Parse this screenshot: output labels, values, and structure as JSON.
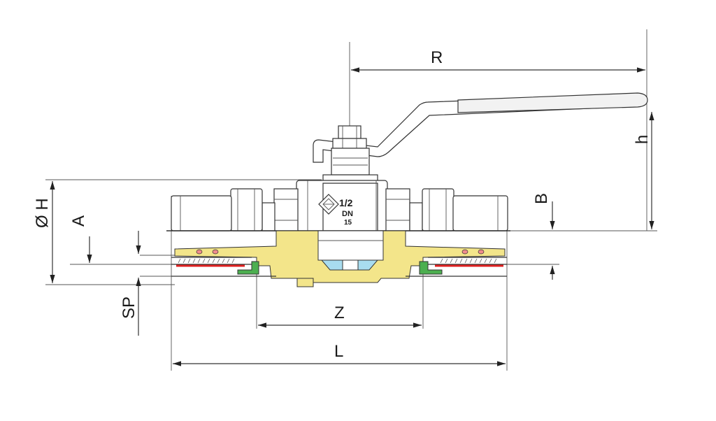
{
  "dimensions": {
    "R": "R",
    "h": "h",
    "B": "B",
    "OH": "Ø H",
    "A": "A",
    "SP": "SP",
    "Z": "Z",
    "L": "L"
  },
  "valve_body": {
    "size": "1/2",
    "dn_label": "DN",
    "dn_value": "15"
  },
  "colors": {
    "brass": "#f3e58a",
    "seal_red": "#e02020",
    "oring_green": "#4caf50",
    "ball_blue": "#a8dcef",
    "oring_pink": "#f08c8c"
  }
}
